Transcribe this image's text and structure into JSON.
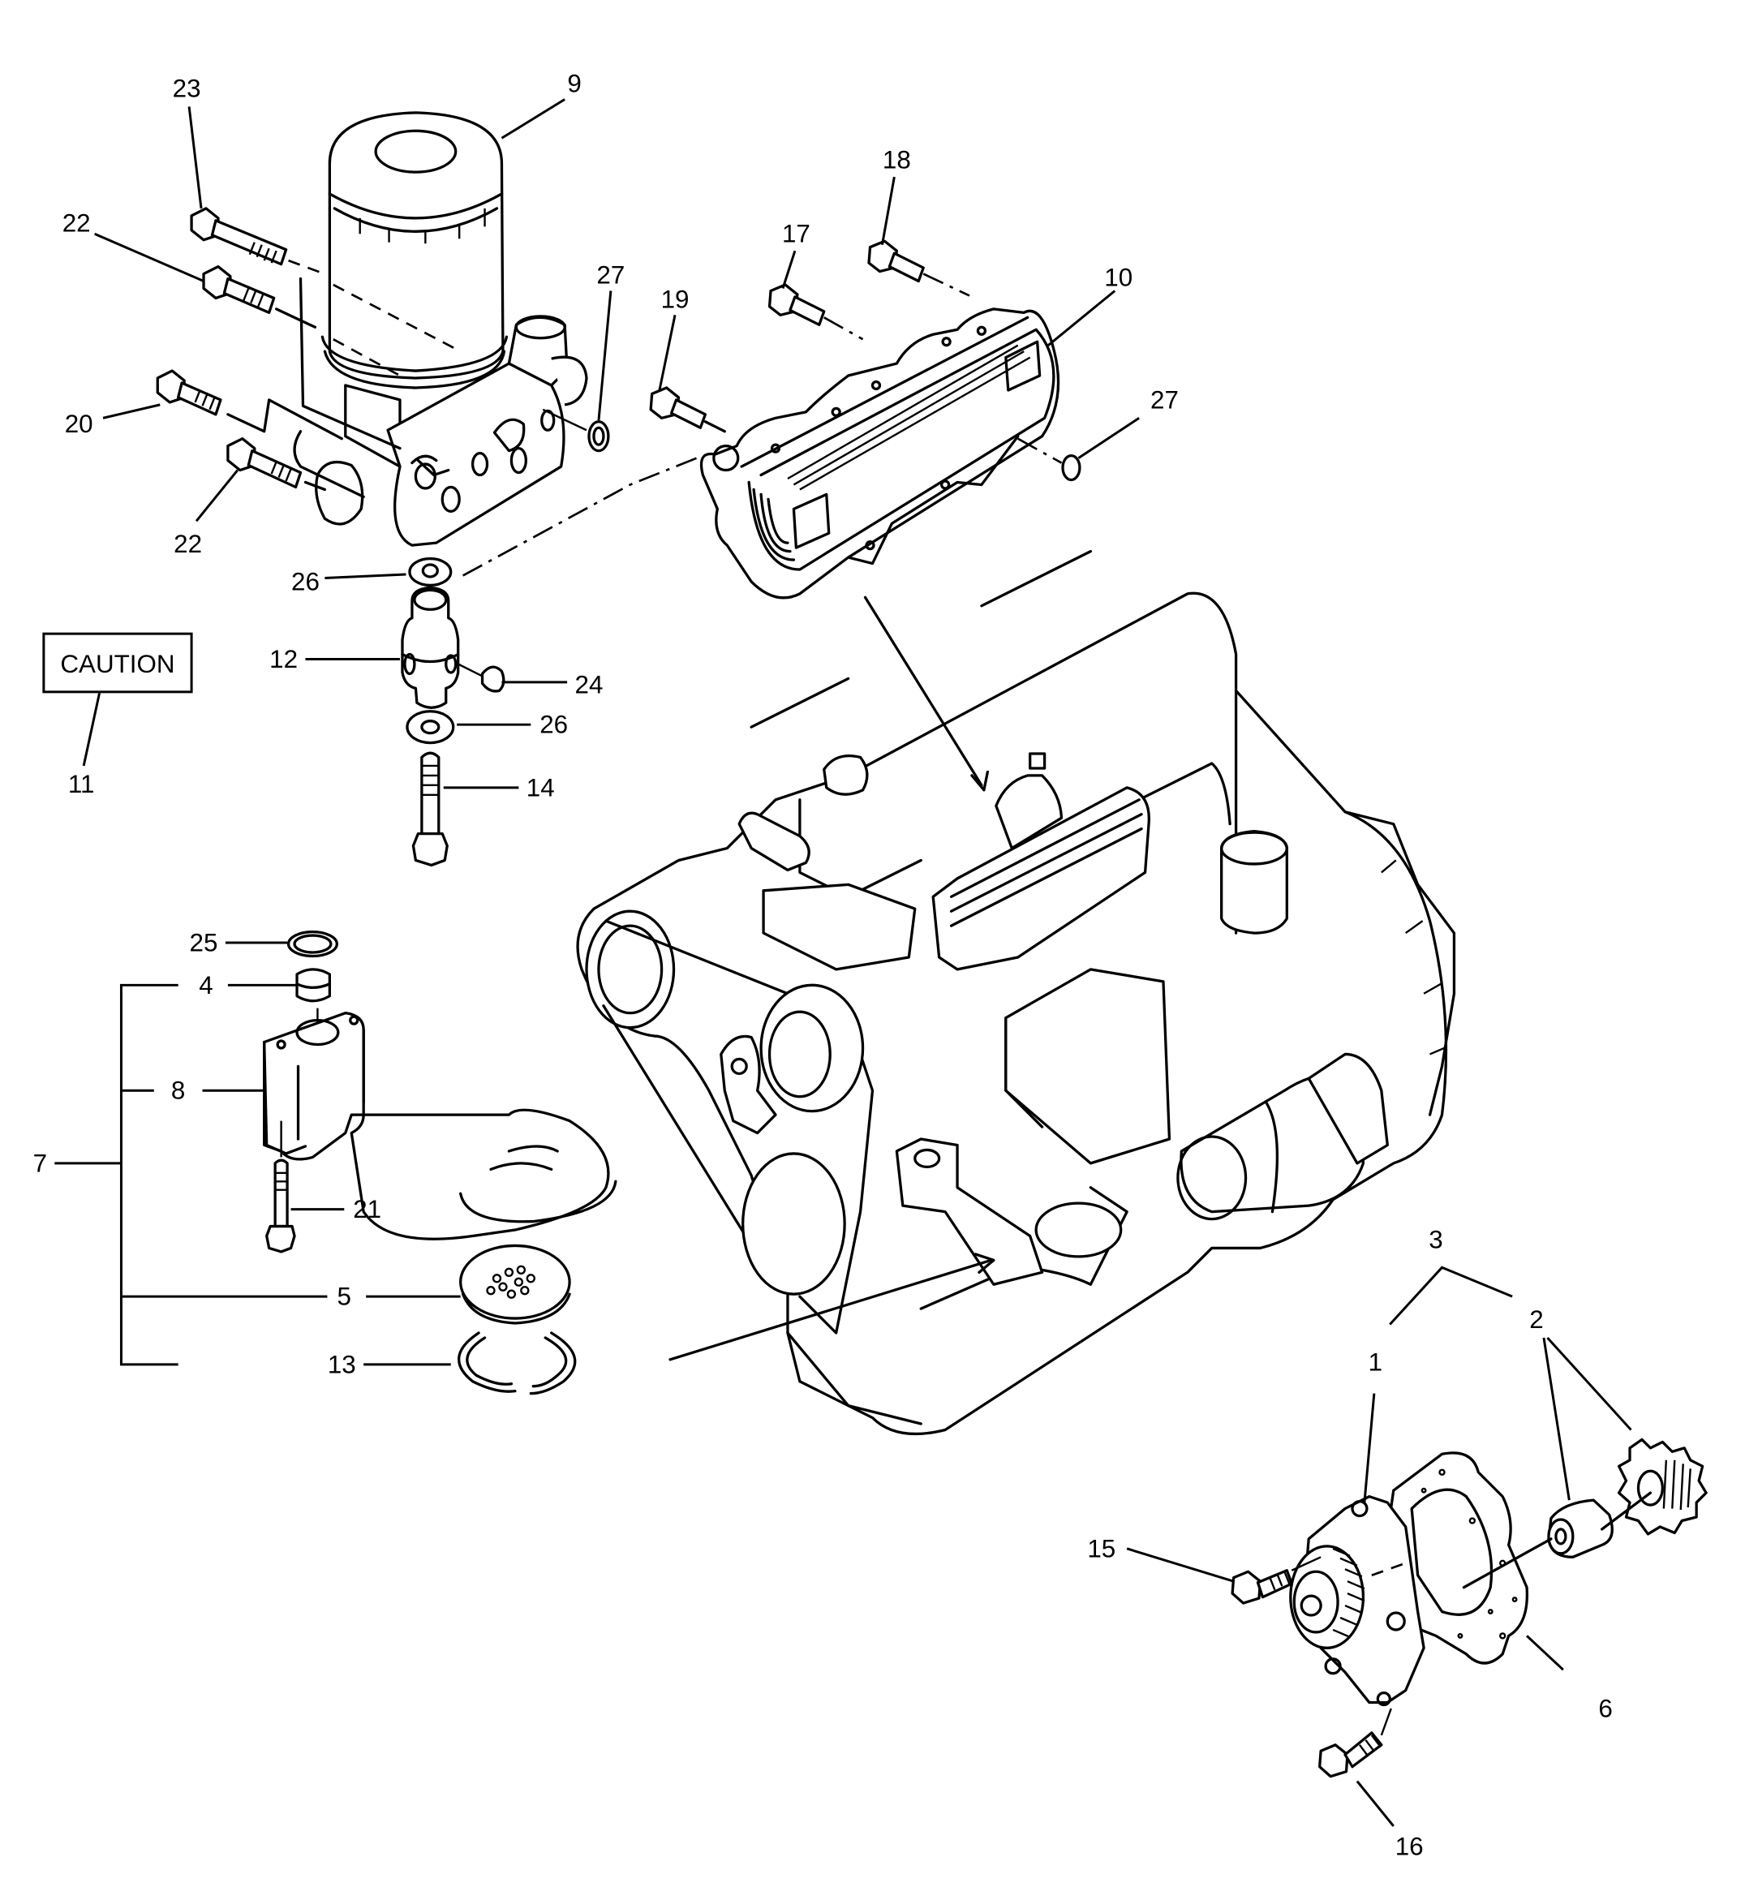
{
  "diagram": {
    "title": "Engine lubrication system exploded view",
    "caution_label": "CAUTION",
    "callouts": {
      "c1": "1",
      "c2": "2",
      "c3": "3",
      "c4": "4",
      "c5": "5",
      "c6": "6",
      "c7": "7",
      "c8": "8",
      "c9": "9",
      "c10": "10",
      "c11": "11",
      "c12": "12",
      "c13": "13",
      "c14": "14",
      "c15": "15",
      "c16": "16",
      "c17": "17",
      "c18": "18",
      "c19": "19",
      "c20": "20",
      "c21": "21",
      "c22a": "22",
      "c22b": "22",
      "c23": "23",
      "c24": "24",
      "c25": "25",
      "c26a": "26",
      "c26b": "26",
      "c27a": "27",
      "c27b": "27"
    },
    "parts": [
      {
        "callout": "1",
        "component": "oil-pump-body"
      },
      {
        "callout": "2",
        "component": "pump-gear-and-bushing"
      },
      {
        "callout": "3",
        "component": "oil-pump-assembly"
      },
      {
        "callout": "4",
        "component": "strainer-sleeve"
      },
      {
        "callout": "5",
        "component": "strainer-screen"
      },
      {
        "callout": "6",
        "component": "pump-gasket"
      },
      {
        "callout": "7",
        "component": "oil-strainer-assembly"
      },
      {
        "callout": "8",
        "component": "strainer-pickup-tube"
      },
      {
        "callout": "9",
        "component": "oil-filter-cartridge"
      },
      {
        "callout": "10",
        "component": "oil-cooler"
      },
      {
        "callout": "11",
        "component": "caution-decal"
      },
      {
        "callout": "12",
        "component": "adapter-fitting"
      },
      {
        "callout": "13",
        "component": "retaining-clip"
      },
      {
        "callout": "14",
        "component": "banjo-bolt"
      },
      {
        "callout": "15",
        "component": "pump-bolt"
      },
      {
        "callout": "16",
        "component": "pump-bolt-long"
      },
      {
        "callout": "17",
        "component": "cooler-bolt"
      },
      {
        "callout": "18",
        "component": "cooler-bolt"
      },
      {
        "callout": "19",
        "component": "cooler-bolt"
      },
      {
        "callout": "20",
        "component": "filter-head-bolt"
      },
      {
        "callout": "21",
        "component": "strainer-bolt"
      },
      {
        "callout": "22",
        "component": "filter-head-bolt"
      },
      {
        "callout": "23",
        "component": "filter-head-bolt"
      },
      {
        "callout": "24",
        "component": "plug"
      },
      {
        "callout": "25",
        "component": "o-ring"
      },
      {
        "callout": "26",
        "component": "sealing-washer"
      },
      {
        "callout": "27",
        "component": "o-ring"
      }
    ]
  }
}
